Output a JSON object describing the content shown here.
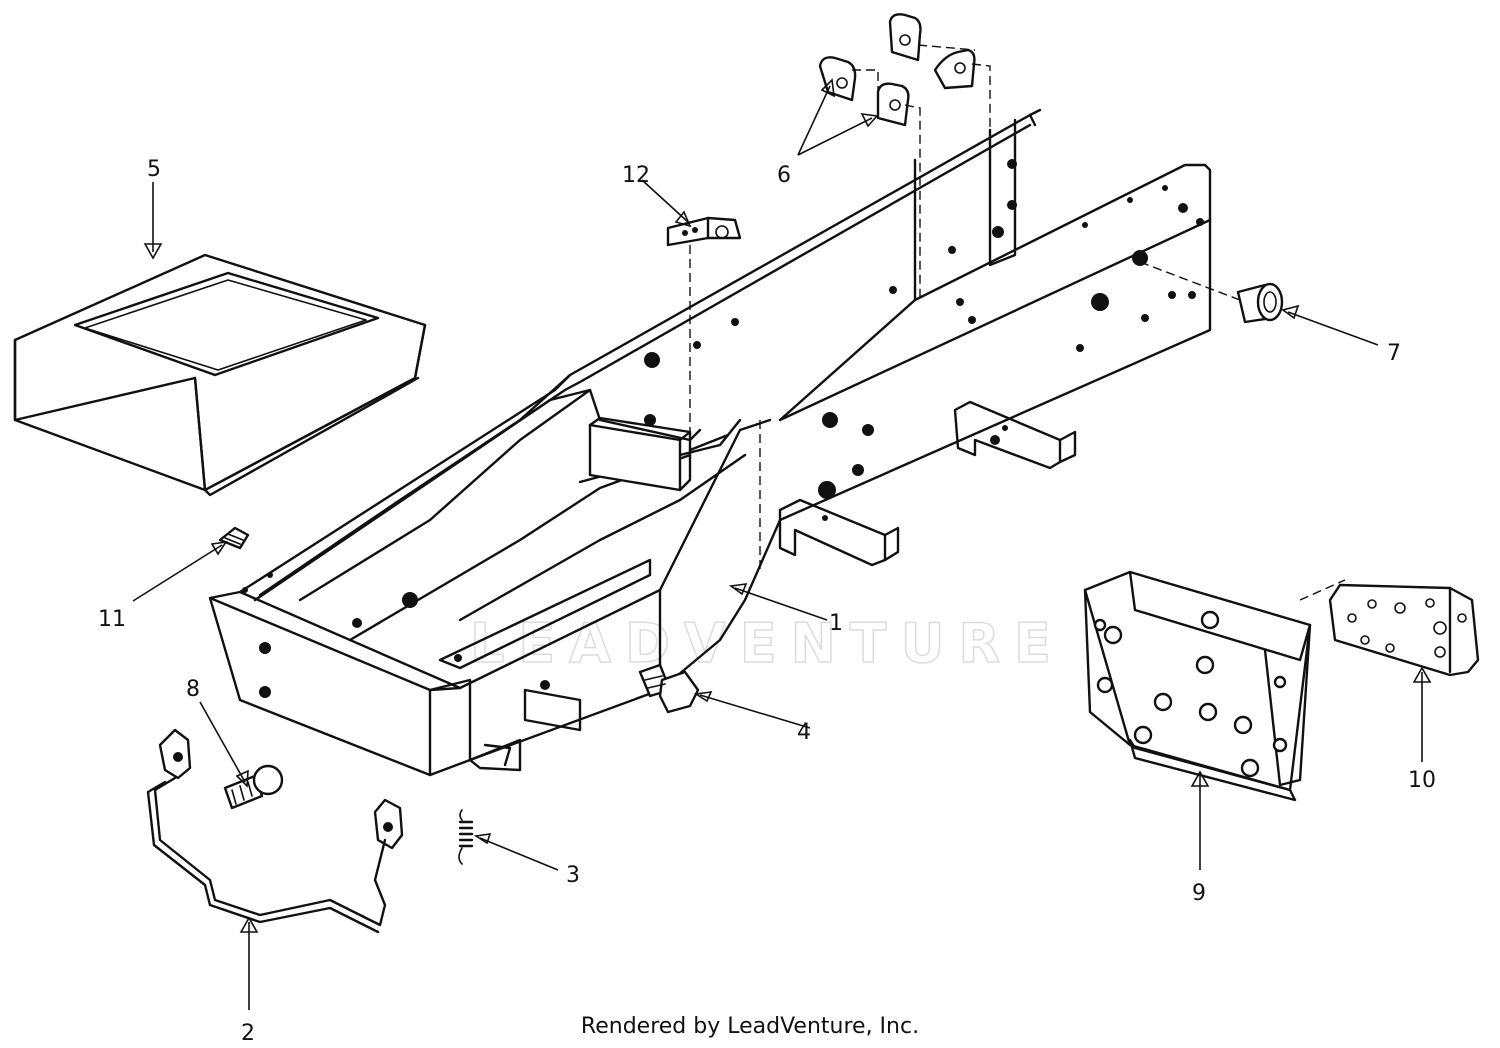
{
  "footer": "Rendered by LeadVenture, Inc.",
  "watermark": "LEADVENTURE",
  "callouts": [
    "1",
    "2",
    "3",
    "4",
    "5",
    "6",
    "7",
    "8",
    "9",
    "10",
    "11",
    "12"
  ],
  "colors": {
    "ink": "#111111",
    "background": "#ffffff",
    "watermark": "#dcdcdc"
  }
}
